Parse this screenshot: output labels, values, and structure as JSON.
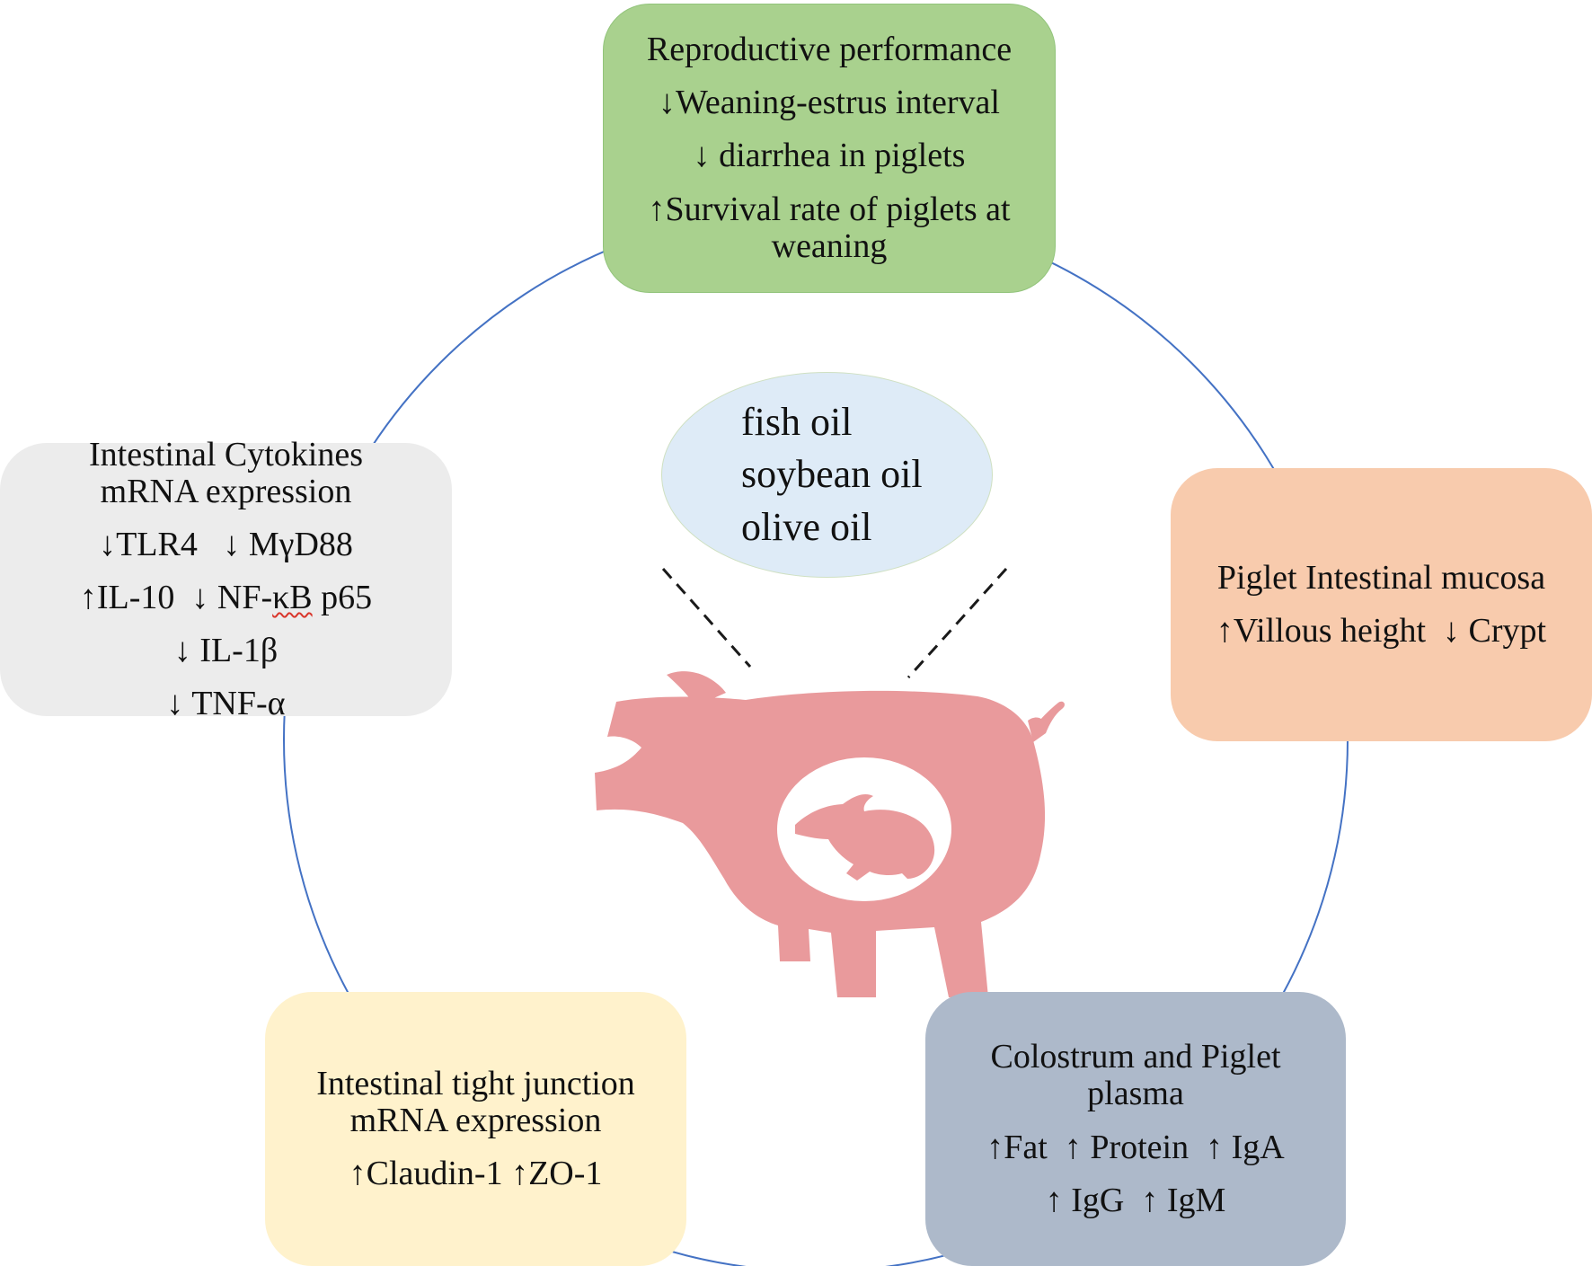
{
  "colors": {
    "ring_line": "#4472c4",
    "reproductive_fill": "#a9d18e",
    "reproductive_border": "#92c47b",
    "cytokines_fill": "#ececec",
    "mucosa_fill": "#f8cbad",
    "tight_junction_fill": "#fff2cc",
    "colostrum_fill": "#adb9ca",
    "oil_fill": "#deebf7",
    "pig_fill": "#e99a9c",
    "dash_line": "#1a1a1a"
  },
  "center": {
    "oils": [
      "fish oil",
      "soybean oil",
      "olive oil"
    ],
    "pig_icon": "sow-with-piglet-silhouette"
  },
  "reproductive": {
    "title": "Reproductive performance",
    "items": [
      "↓Weaning-estrus interval",
      "↓ diarrhea in piglets",
      "↑Survival rate of piglets at weaning"
    ]
  },
  "cytokines": {
    "title": "Intestinal Cytokines mRNA expression",
    "row1": "↓TLR4   ↓ MγD88",
    "row2_prefix": "↑IL-10  ↓ NF-",
    "row2_underlined": "κB",
    "row2_suffix": " p65",
    "row3": "↓ IL-1β",
    "row4": "↓ TNF-α"
  },
  "mucosa": {
    "title": "Piglet Intestinal mucosa",
    "items": [
      "↑Villous height  ↓ Crypt"
    ]
  },
  "tight_junction": {
    "title": "Intestinal tight junction mRNA expression",
    "items": [
      "↑Claudin-1 ↑ZO-1"
    ]
  },
  "colostrum": {
    "title": "Colostrum and Piglet plasma",
    "items": [
      "↑Fat  ↑ Protein  ↑ IgA",
      "↑ IgG  ↑ IgM"
    ]
  }
}
